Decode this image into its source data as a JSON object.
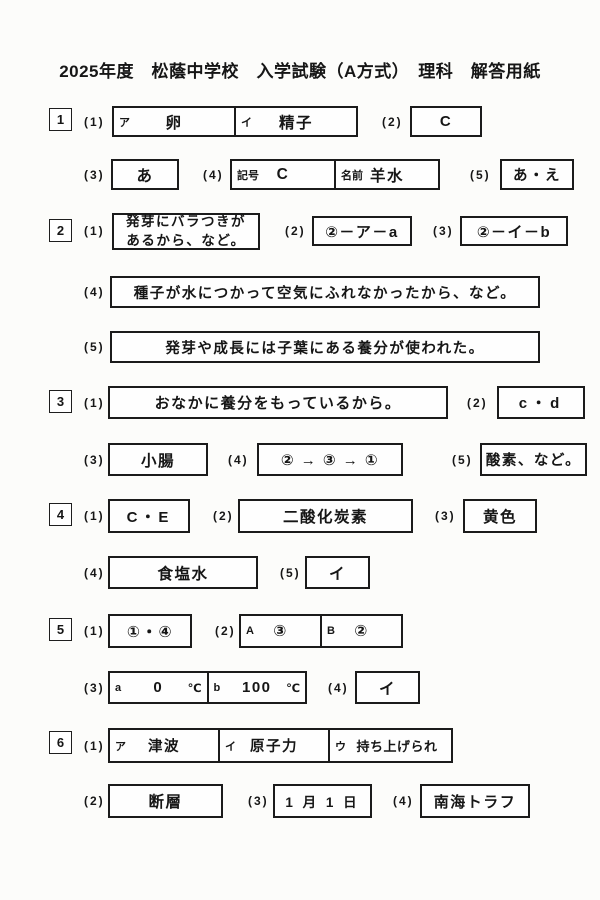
{
  "page": {
    "title": "2025年度　松蔭中学校　入学試験（A方式）　理科　解答用紙"
  },
  "questions": [
    {
      "number": "1",
      "parts": [
        {
          "label": "(1)",
          "cells": [
            {
              "prefix": "ア",
              "value": "卵"
            },
            {
              "prefix": "イ",
              "value": "精子"
            }
          ]
        },
        {
          "label": "(2)",
          "cells": [
            {
              "value": "C"
            }
          ]
        },
        {
          "label": "(3)",
          "cells": [
            {
              "value": "あ"
            }
          ]
        },
        {
          "label": "(4)",
          "cells": [
            {
              "prefix": "記号",
              "value": "C"
            },
            {
              "prefix": "名前",
              "value": "羊水"
            }
          ]
        },
        {
          "label": "(5)",
          "cells": [
            {
              "value": "あ・え"
            }
          ]
        }
      ]
    },
    {
      "number": "2",
      "parts": [
        {
          "label": "(1)",
          "cells": [
            {
              "value": "発芽にバラつきが\nあるから、など。"
            }
          ]
        },
        {
          "label": "(2)",
          "cells": [
            {
              "value": "②－ア－a"
            }
          ]
        },
        {
          "label": "(3)",
          "cells": [
            {
              "value": "②－イ－b"
            }
          ]
        },
        {
          "label": "(4)",
          "cells": [
            {
              "value": "種子が水につかって空気にふれなかったから、など。"
            }
          ]
        },
        {
          "label": "(5)",
          "cells": [
            {
              "value": "発芽や成長には子葉にある養分が使われた。"
            }
          ]
        }
      ]
    },
    {
      "number": "3",
      "parts": [
        {
          "label": "(1)",
          "cells": [
            {
              "value": "おなかに養分をもっているから。"
            }
          ]
        },
        {
          "label": "(2)",
          "cells": [
            {
              "value": "c・d"
            }
          ]
        },
        {
          "label": "(3)",
          "cells": [
            {
              "value": "小腸"
            }
          ]
        },
        {
          "label": "(4)",
          "cells": [
            {
              "value": "② → ③ → ①"
            }
          ]
        },
        {
          "label": "(5)",
          "cells": [
            {
              "value": "酸素、など。"
            }
          ]
        }
      ]
    },
    {
      "number": "4",
      "parts": [
        {
          "label": "(1)",
          "cells": [
            {
              "value": "C・E"
            }
          ]
        },
        {
          "label": "(2)",
          "cells": [
            {
              "value": "二酸化炭素"
            }
          ]
        },
        {
          "label": "(3)",
          "cells": [
            {
              "value": "黄色"
            }
          ]
        },
        {
          "label": "(4)",
          "cells": [
            {
              "value": "食塩水"
            }
          ]
        },
        {
          "label": "(5)",
          "cells": [
            {
              "value": "イ"
            }
          ]
        }
      ]
    },
    {
      "number": "5",
      "parts": [
        {
          "label": "(1)",
          "cells": [
            {
              "value": "①・④"
            }
          ]
        },
        {
          "label": "(2)",
          "cells": [
            {
              "prefix": "A",
              "value": "③"
            },
            {
              "prefix": "B",
              "value": "②"
            }
          ]
        },
        {
          "label": "(3)",
          "cells": [
            {
              "prefix": "a",
              "value": "0",
              "suffix": "℃"
            },
            {
              "prefix": "b",
              "value": "100",
              "suffix": "℃"
            }
          ]
        },
        {
          "label": "(4)",
          "cells": [
            {
              "value": "イ"
            }
          ]
        }
      ]
    },
    {
      "number": "6",
      "parts": [
        {
          "label": "(1)",
          "cells": [
            {
              "prefix": "ア",
              "value": "津波"
            },
            {
              "prefix": "イ",
              "value": "原子力"
            },
            {
              "prefix": "ウ",
              "value": "持ち上げられ"
            }
          ]
        },
        {
          "label": "(2)",
          "cells": [
            {
              "value": "断層"
            }
          ]
        },
        {
          "label": "(3)",
          "cells": [
            {
              "value": "1 月 1 日"
            }
          ]
        },
        {
          "label": "(4)",
          "cells": [
            {
              "value": "南海トラフ"
            }
          ]
        }
      ]
    }
  ]
}
